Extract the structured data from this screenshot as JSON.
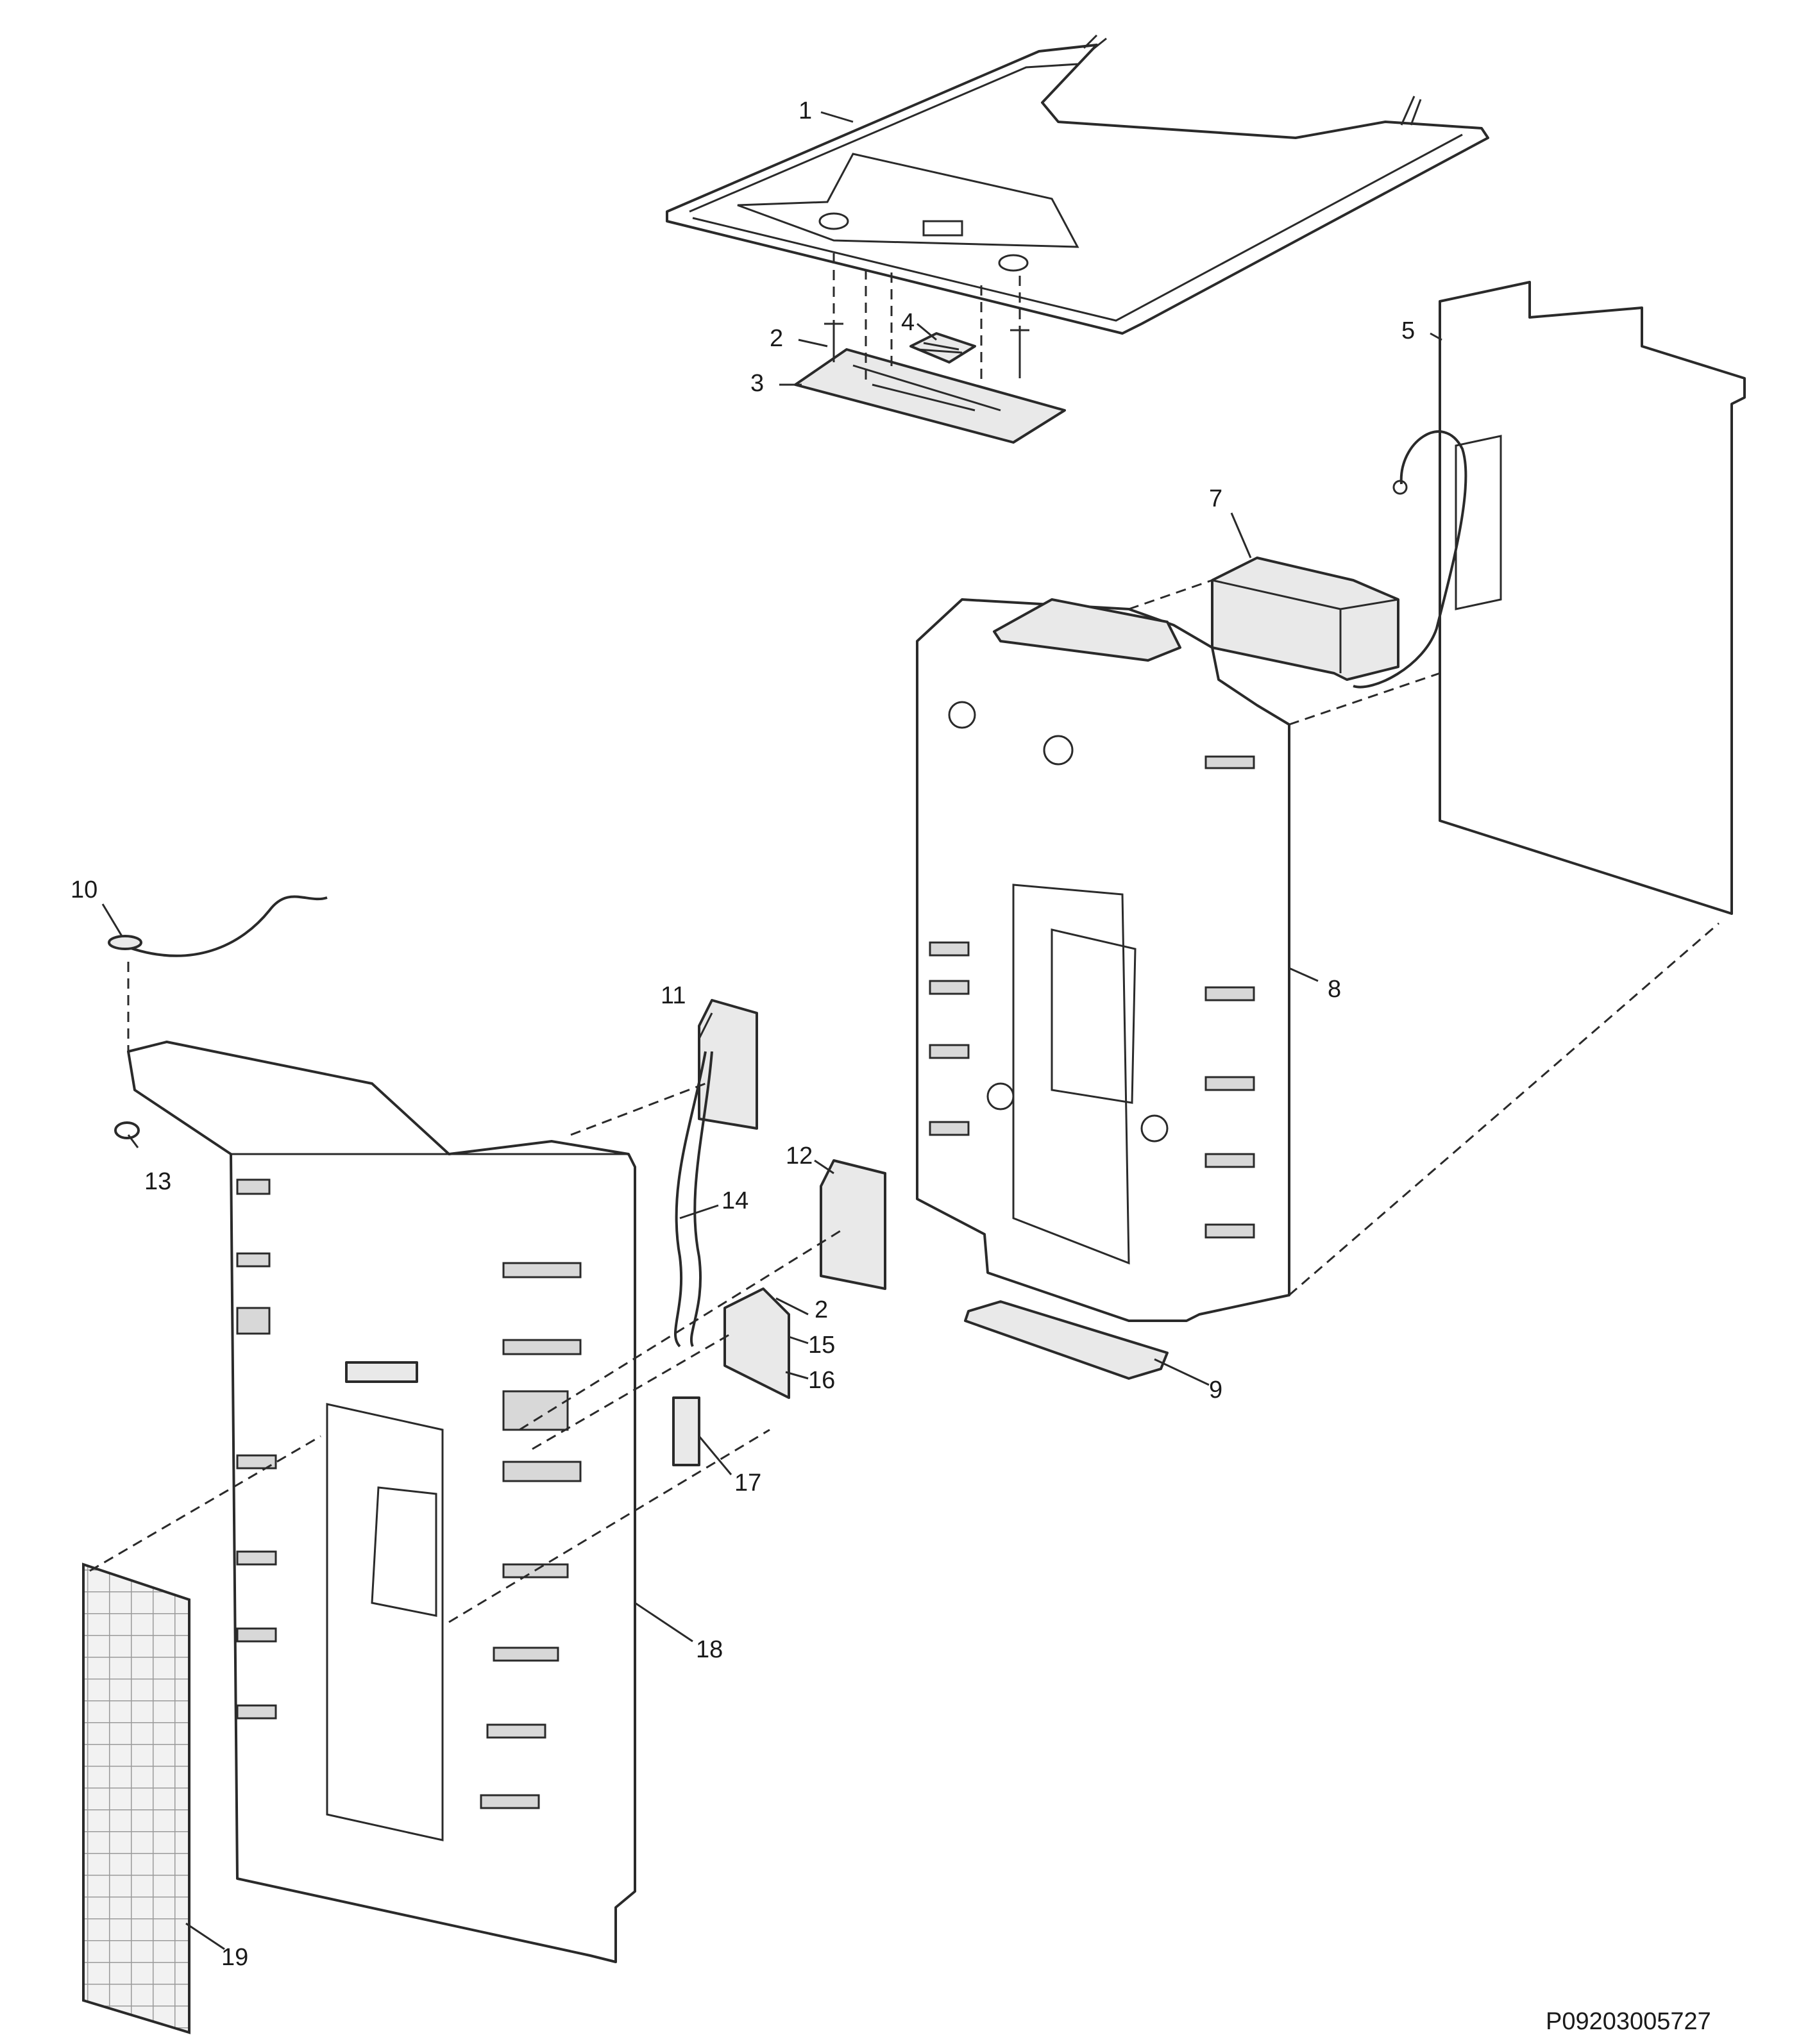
{
  "callouts": {
    "c1": "1",
    "c2a": "2",
    "c3": "3",
    "c4": "4",
    "c5": "5",
    "c7": "7",
    "c8": "8",
    "c9": "9",
    "c10": "10",
    "c11": "11",
    "c12": "12",
    "c13": "13",
    "c14": "14",
    "c2b": "2",
    "c15": "15",
    "c16": "16",
    "c17": "17",
    "c18": "18",
    "c19": "19"
  },
  "drawing_code": "P09203005727"
}
